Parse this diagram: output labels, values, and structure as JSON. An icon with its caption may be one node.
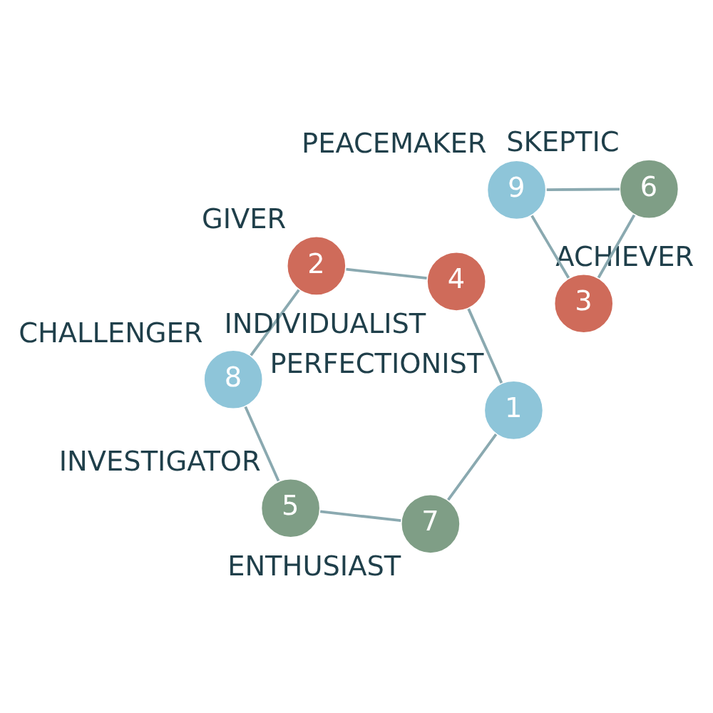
{
  "diagram": {
    "nodes": [
      {
        "text": [
          "9"
        ],
        "beside": [
          "PEACEMAKER"
        ]
      },
      {
        "text": [
          "8"
        ],
        "beside": [
          "CHALLENGER"
        ]
      },
      {
        "text": [
          "1"
        ],
        "beside": [
          "PERFECTIONIST"
        ]
      },
      {
        "text": [
          "7"
        ],
        "beside": [
          "ENTHUSIAST"
        ]
      },
      {
        "text": [
          "2"
        ],
        "beside": [
          "GIVER"
        ]
      },
      {
        "text": [
          "6"
        ],
        "beside": [
          "SKEPTIC"
        ]
      },
      {
        "text": [
          "3"
        ],
        "beside": [
          "ACHIEVER"
        ]
      },
      {
        "text": [
          "5"
        ],
        "beside": [
          "INVESTIGATOR"
        ]
      },
      {
        "text": [
          "4"
        ],
        "beside": [
          "INDIVIDUALIST"
        ]
      }
    ],
    "edges": [
      {
        "from": 1,
        "to": 4,
        "arrow": "none"
      },
      {
        "from": 1,
        "to": 7,
        "arrow": "none"
      },
      {
        "from": 0,
        "to": 5,
        "arrow": "none"
      },
      {
        "from": 0,
        "to": 6,
        "arrow": "none"
      },
      {
        "from": 2,
        "to": 3,
        "arrow": "none"
      },
      {
        "from": 2,
        "to": 8,
        "arrow": "none"
      },
      {
        "from": 3,
        "to": 7,
        "arrow": "none"
      },
      {
        "from": 5,
        "to": 6,
        "arrow": "none"
      },
      {
        "from": 4,
        "to": 8,
        "arrow": "none"
      }
    ]
  }
}
